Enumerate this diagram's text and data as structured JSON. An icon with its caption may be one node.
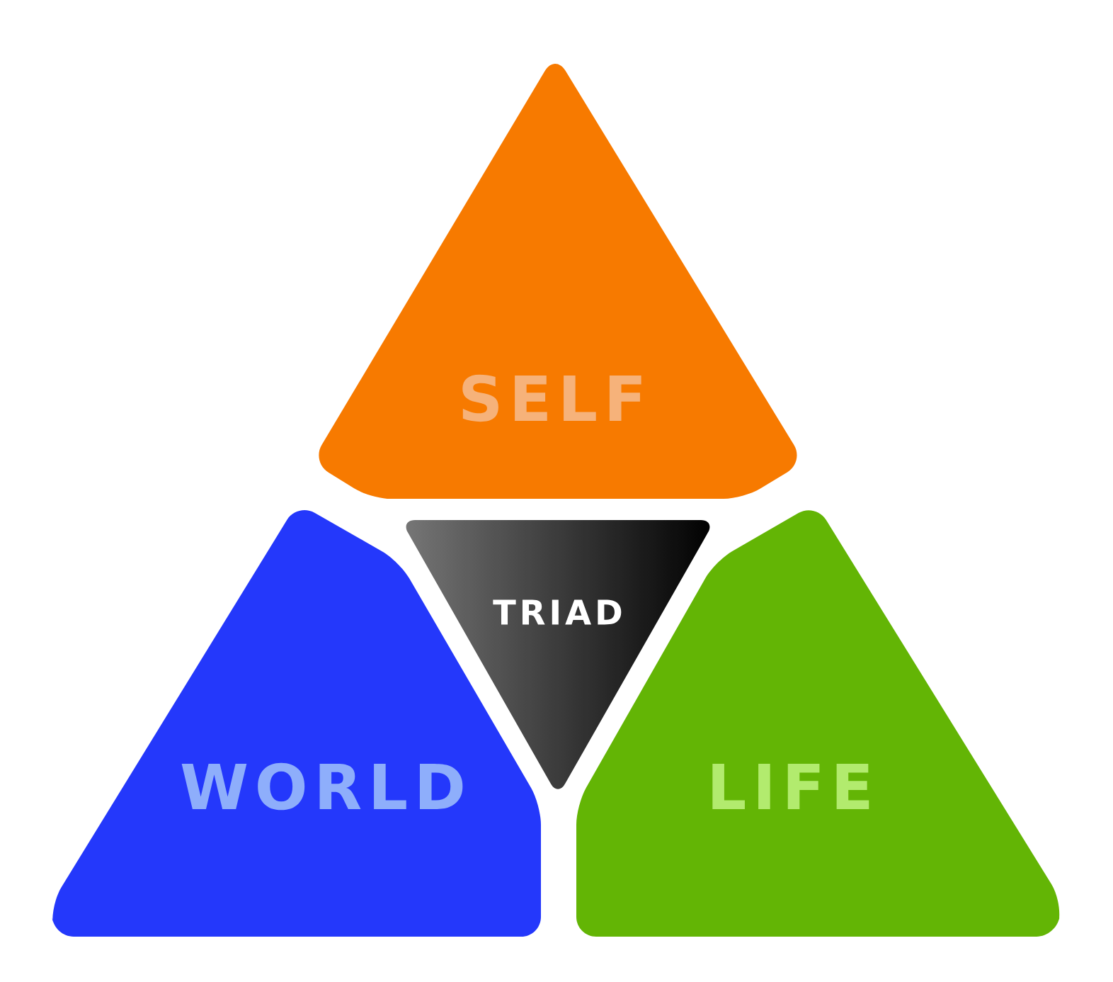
{
  "diagram": {
    "nodes": [
      {
        "text": [
          "SELF"
        ]
      },
      {
        "text": [
          "TRIAD"
        ]
      },
      {
        "text": [
          "WORLD"
        ]
      },
      {
        "text": [
          "LIFE"
        ]
      }
    ]
  }
}
